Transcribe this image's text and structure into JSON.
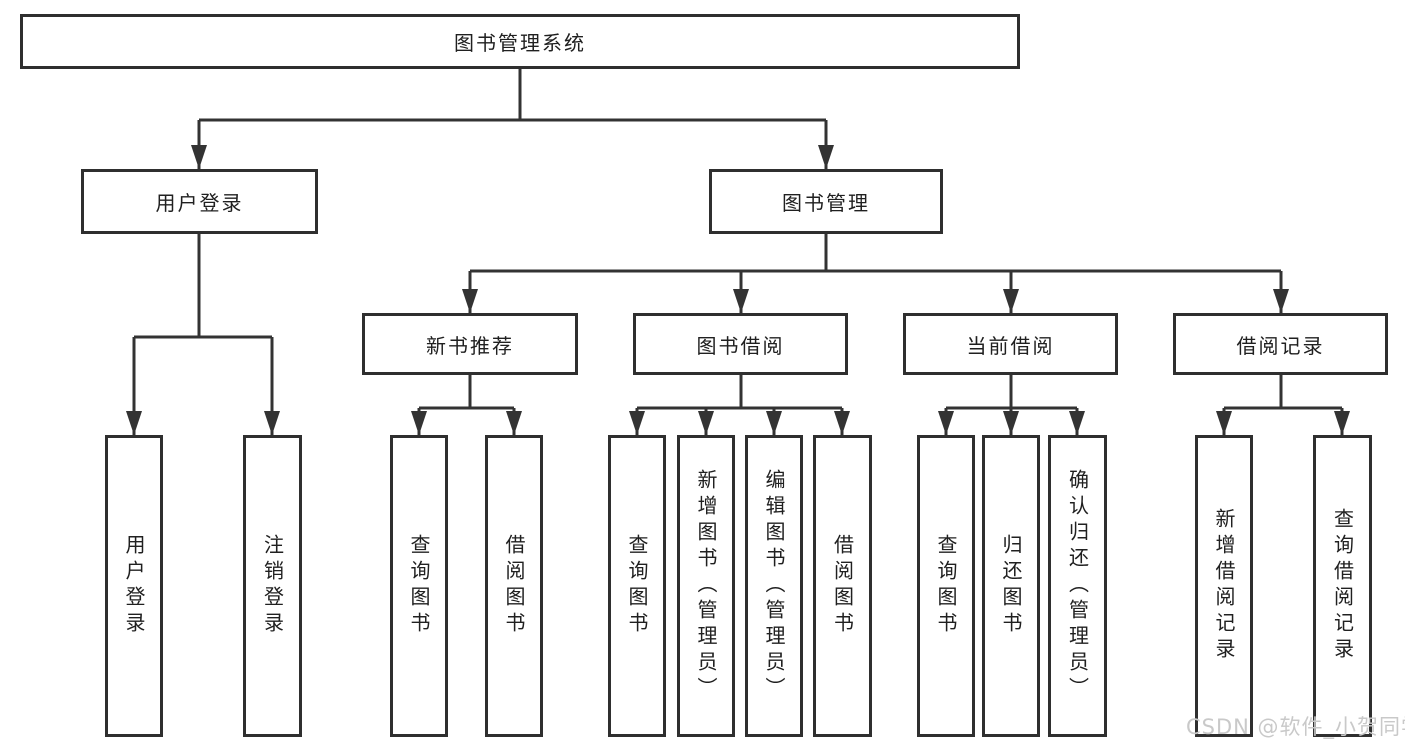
{
  "root": {
    "label": "图书管理系统"
  },
  "login": {
    "label": "用户登录",
    "children": [
      {
        "label": "用户登录"
      },
      {
        "label": "注销登录"
      }
    ]
  },
  "management": {
    "label": "图书管理"
  },
  "newbook": {
    "label": "新书推荐",
    "children": [
      {
        "label": "查询图书"
      },
      {
        "label": "借阅图书"
      }
    ]
  },
  "borrow": {
    "label": "图书借阅",
    "children": [
      {
        "label": "查询图书"
      },
      {
        "label": "新增图书（管理员）"
      },
      {
        "label": "编辑图书（管理员）"
      },
      {
        "label": "借阅图书"
      }
    ]
  },
  "current": {
    "label": "当前借阅",
    "children": [
      {
        "label": "查询图书"
      },
      {
        "label": "归还图书"
      },
      {
        "label": "确认归还（管理员）"
      }
    ]
  },
  "records": {
    "label": "借阅记录",
    "children": [
      {
        "label": "新增借阅记录"
      },
      {
        "label": "查询借阅记录"
      }
    ]
  },
  "watermark": {
    "text": "CSDN @软件_小贺同学"
  },
  "colors": {
    "line": "#333333",
    "box_border": "#2f2f2f",
    "text": "#202020",
    "watermark": "#c9c9c9",
    "background": "#ffffff"
  }
}
